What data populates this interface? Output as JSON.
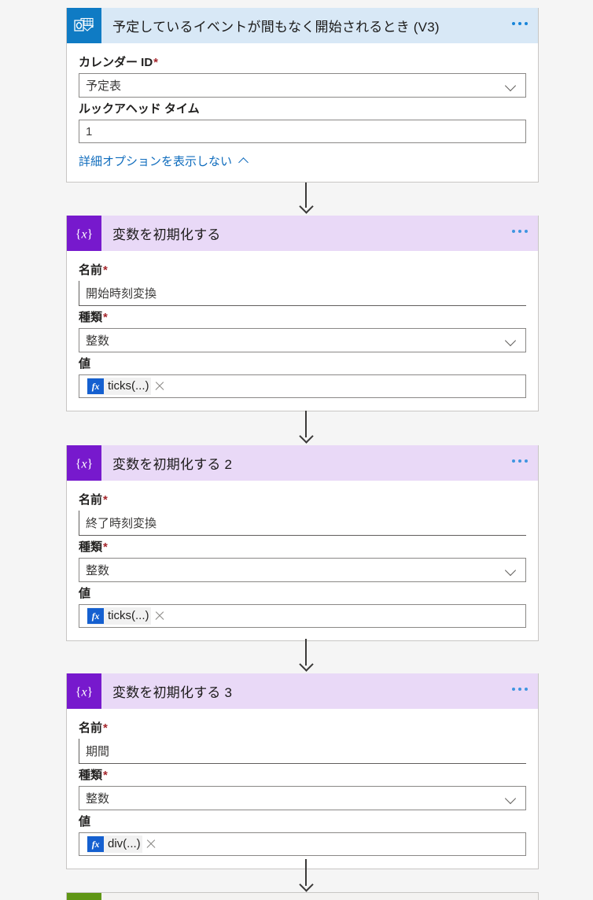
{
  "page": {
    "background": "#f5f5f5",
    "app": "Power Automate flow designer"
  },
  "colors": {
    "trigger_header": "#d8e8f6",
    "action_header": "#e9d9f7",
    "outlook_icon": "#0f7bc4",
    "variable_icon": "#7719cd",
    "approval_icon": "#5f9615",
    "link": "#0f6cbd",
    "required_asterisk": "#a4262c",
    "fx_badge": "#1560d0",
    "connector": "#3b3a39"
  },
  "cards": [
    {
      "id": "trigger",
      "icon": "outlook-calendar-icon",
      "title": "予定しているイベントが間もなく開始されるとき (V3)",
      "menu": "more-commands",
      "fields": [
        {
          "kind": "select",
          "label": "カレンダー ID",
          "required": true,
          "value": "予定表"
        },
        {
          "kind": "text",
          "label": "ルックアヘッド タイム",
          "required": false,
          "value": "1"
        }
      ],
      "advanced_link": "詳細オプションを表示しない",
      "advanced_caret": "caret-up"
    },
    {
      "id": "init-variable-1",
      "icon": "variable-icon",
      "title": "変数を初期化する",
      "menu": "more-commands",
      "fields": [
        {
          "kind": "underline",
          "label": "名前",
          "required": true,
          "value": "開始時刻変換"
        },
        {
          "kind": "select",
          "label": "種類",
          "required": true,
          "value": "整数"
        },
        {
          "kind": "token",
          "label": "値",
          "required": false,
          "value": "ticks(...)",
          "badge": "fx"
        }
      ]
    },
    {
      "id": "init-variable-2",
      "icon": "variable-icon",
      "title": "変数を初期化する 2",
      "menu": "more-commands",
      "fields": [
        {
          "kind": "underline",
          "label": "名前",
          "required": true,
          "value": "終了時刻変換"
        },
        {
          "kind": "select",
          "label": "種類",
          "required": true,
          "value": "整数"
        },
        {
          "kind": "token",
          "label": "値",
          "required": false,
          "value": "ticks(...)",
          "badge": "fx"
        }
      ]
    },
    {
      "id": "init-variable-3",
      "icon": "variable-icon",
      "title": "変数を初期化する 3",
      "menu": "more-commands",
      "fields": [
        {
          "kind": "underline",
          "label": "名前",
          "required": true,
          "value": "期間"
        },
        {
          "kind": "select",
          "label": "種類",
          "required": true,
          "value": "整数"
        },
        {
          "kind": "token",
          "label": "値",
          "required": false,
          "value": "div(...)",
          "badge": "fx"
        }
      ]
    },
    {
      "id": "next-step-partial",
      "icon": "green-action-icon",
      "title": "",
      "partial": true
    }
  ]
}
